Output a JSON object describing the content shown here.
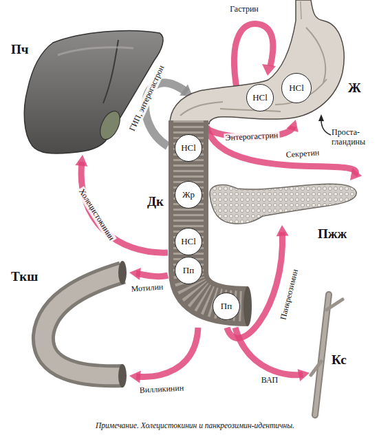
{
  "diagram": {
    "caption": "Примечание. Холецистокинин и панкреозимин-идентичны.",
    "nodes": [
      {
        "text": [
          "Пч"
        ]
      },
      {
        "text": [
          "Ж"
        ]
      },
      {
        "text": [
          "HCl"
        ],
        "in": 1
      },
      {
        "text": [
          "HCl"
        ],
        "in": 1
      },
      {
        "text": [
          "Дк"
        ]
      },
      {
        "text": [
          "HCl"
        ],
        "in": 4
      },
      {
        "text": [
          "Жр"
        ],
        "in": 4
      },
      {
        "text": [
          "HCl"
        ],
        "in": 4
      },
      {
        "text": [
          "Пп"
        ],
        "in": 4
      },
      {
        "text": [
          "Пп"
        ],
        "in": 4
      },
      {
        "text": [
          "Пжж"
        ]
      },
      {
        "text": [
          "Ткш"
        ]
      },
      {
        "text": [
          "Кс"
        ]
      }
    ],
    "edges": [
      {
        "from": 4,
        "to": 1,
        "label": "ГИП, энтерогастрон",
        "arrow": "to"
      },
      {
        "from": 4,
        "to": 1,
        "label": "Энтерогастрин",
        "arrow": "to"
      },
      {
        "from": 4,
        "to": 10,
        "label": "Секретин",
        "arrow": "to"
      },
      {
        "from": 4,
        "to": 0,
        "label": "Холецистокинин",
        "arrow": "to"
      },
      {
        "from": 4,
        "to": 11,
        "label": "Мотилин",
        "arrow": "to"
      },
      {
        "from": 4,
        "to": 11,
        "label": "Вилликинин",
        "arrow": "to"
      },
      {
        "from": 4,
        "to": 10,
        "label": "Панкреозимин",
        "arrow": "to"
      },
      {
        "from": 4,
        "to": 12,
        "label": "ВАП",
        "arrow": "to"
      }
    ],
    "labels": [
      "Гастрин",
      "Проста- гландины"
    ]
  }
}
